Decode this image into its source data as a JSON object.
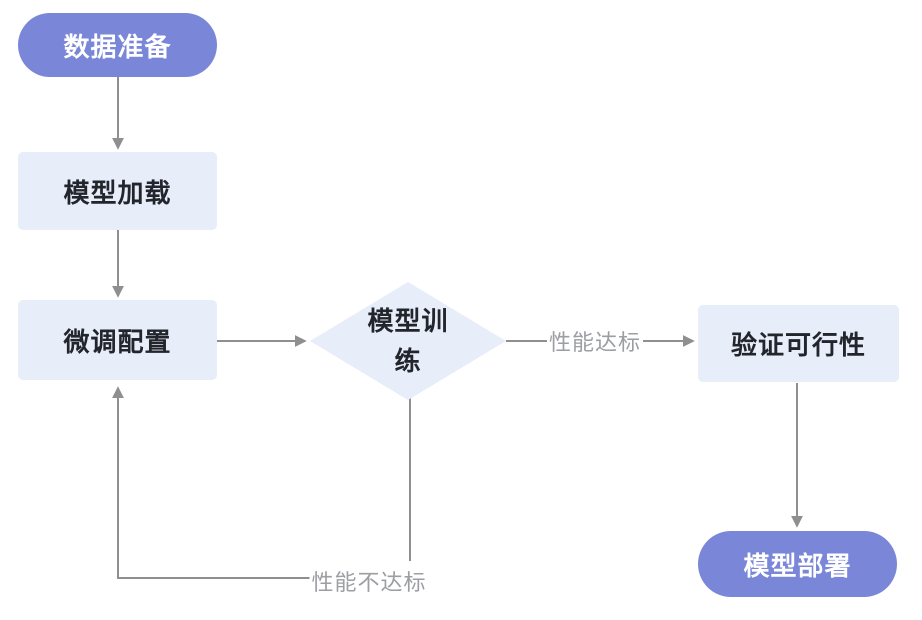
{
  "diagram": {
    "type": "flowchart",
    "nodes": {
      "data_preparation": {
        "label": "数据准备",
        "shape": "pill"
      },
      "model_loading": {
        "label": "模型加载",
        "shape": "rect"
      },
      "finetune_config": {
        "label": "微调配置",
        "shape": "rect"
      },
      "model_training": {
        "label": "模型训练",
        "label_line1": "模型训",
        "label_line2": "练",
        "shape": "diamond"
      },
      "verify_feasibility": {
        "label": "验证可行性",
        "shape": "rect"
      },
      "model_deployment": {
        "label": "模型部署",
        "shape": "pill"
      }
    },
    "edges": [
      {
        "from": "data_preparation",
        "to": "model_loading",
        "label": ""
      },
      {
        "from": "model_loading",
        "to": "finetune_config",
        "label": ""
      },
      {
        "from": "finetune_config",
        "to": "model_training",
        "label": ""
      },
      {
        "from": "model_training",
        "to": "verify_feasibility",
        "label": "性能达标"
      },
      {
        "from": "verify_feasibility",
        "to": "model_deployment",
        "label": ""
      },
      {
        "from": "model_training",
        "to": "finetune_config",
        "label": "性能不达标"
      }
    ],
    "edge_labels": {
      "pass": "性能达标",
      "fail": "性能不达标"
    },
    "colors": {
      "pill_bg": "#7A86D8",
      "box_bg": "#E8EDFA",
      "node_text": "#22252B",
      "pill_text": "#FFFFFF",
      "edge_line": "#8F8F8F",
      "edge_label_text": "#9C9EA3",
      "background": "#FFFFFF"
    }
  }
}
